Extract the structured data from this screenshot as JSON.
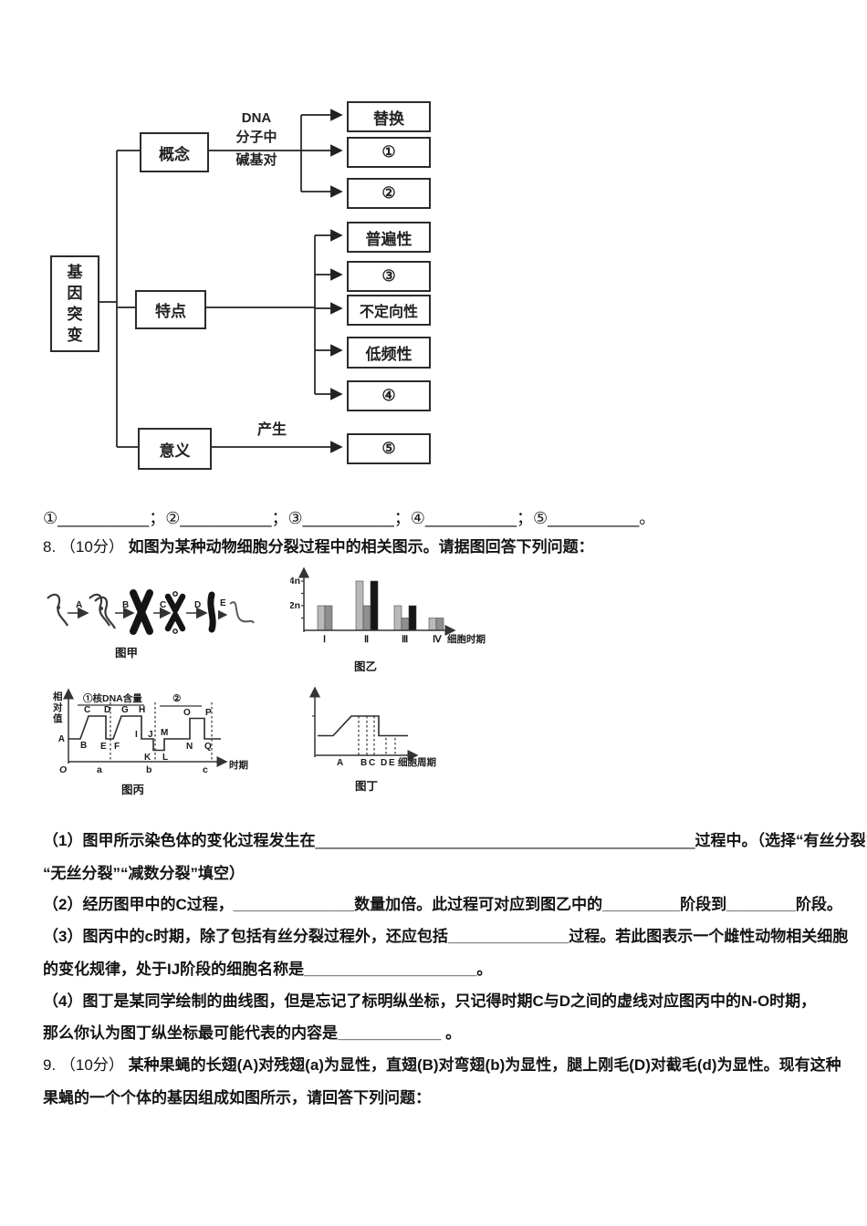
{
  "document": {
    "background": "#ffffff",
    "text_color": "#1a1a1a"
  },
  "concept_map": {
    "root_label": "基因突变",
    "branch1_label": "概念",
    "branch1_edge": {
      "line1": "DNA",
      "line2": "分子中",
      "line3": "碱基对"
    },
    "branch1_children": [
      "替换",
      "①",
      "②"
    ],
    "branch2_label": "特点",
    "branch2_children": [
      "普遍性",
      "③",
      "不定向性",
      "低频性",
      "④"
    ],
    "branch3_label": "意义",
    "branch3_edge": "产生",
    "branch3_children": [
      "⑤"
    ]
  },
  "blanks_line": "①__________；②__________；③__________；④__________；⑤__________。",
  "questions": {
    "q8_prefix": "8.",
    "q8_score": "（10分）",
    "q8_body": "如图为某种动物细胞分裂过程中的相关图示。请据图回答下列问题：",
    "q8_1a_pre": "（1）图甲所示染色体的变化过程发生在",
    "q8_1a_blank": "____________________________________________",
    "q8_1a_post": "过程中。（选择“有丝分裂”",
    "q8_1b": "“无丝分裂”“减数分裂”填空）",
    "q8_2": "（2）经历图甲中的C过程，______________数量加倍。此过程可对应到图乙中的_________阶段到________阶段。",
    "q8_3a": "（3）图丙中的c时期，除了包括有丝分裂过程外，还应包括______________过程。若此图表示一个雌性动物相关细胞",
    "q8_3b": "的变化规律，处于IJ阶段的细胞名称是____________________。",
    "q8_4a": "（4）图丁是某同学绘制的曲线图，但是忘记了标明纵坐标，只记得时期C与D之间的虚线对应图丙中的N-O时期，",
    "q8_4b": "那么你认为图丁纵坐标最可能代表的内容是____________ 。",
    "q9_prefix": "9.",
    "q9_score": "（10分）",
    "q9_body": "某种果蝇的长翅(A)对残翅(a)为显性，直翅(B)对弯翅(b)为显性，腿上刚毛(D)对截毛(d)为显性。现有这种",
    "q9_line2": "果蝇的一个个体的基因组成如图所示，请回答下列问题："
  },
  "figure_jia": {
    "caption": "图甲",
    "stage_labels": [
      "A",
      "B",
      "C",
      "D",
      "E"
    ]
  },
  "chart_data": [
    {
      "id": "tu_yi",
      "type": "bar",
      "title": "图乙",
      "categories": [
        "Ⅰ",
        "Ⅱ",
        "Ⅲ",
        "Ⅳ"
      ],
      "series": [
        {
          "name": "light-gray-bar",
          "color": "#b9b9b9",
          "values": [
            2,
            4,
            2,
            1
          ]
        },
        {
          "name": "dark-gray-bar",
          "color": "#8f8f8f",
          "values": [
            2,
            2,
            1,
            1
          ]
        },
        {
          "name": "black-bar",
          "color": "#161616",
          "values": [
            null,
            4,
            2,
            null
          ]
        }
      ],
      "yticks": [
        {
          "value": 2,
          "label": "2n"
        },
        {
          "value": 4,
          "label": "4n"
        }
      ],
      "minor_yticks": [
        1,
        3
      ],
      "xlabel": "细胞时期",
      "ylim": [
        0,
        5
      ]
    },
    {
      "id": "tu_bing",
      "type": "line",
      "title": "图丙",
      "ylabel": "相对值",
      "ylabel_chars": [
        "相",
        "对",
        "值"
      ],
      "xlabel": "时期",
      "origin_label": "O",
      "xticks": [
        "a",
        "b",
        "c"
      ],
      "annotation1": "①核DNA含量",
      "annotation2": "②",
      "point_labels": [
        "A",
        "B",
        "C",
        "D",
        "E",
        "F",
        "G",
        "H",
        "I",
        "J",
        "K",
        "L",
        "M",
        "N",
        "O",
        "P",
        "Q"
      ],
      "x": [
        0,
        13,
        22,
        41,
        41,
        49,
        58,
        80,
        80,
        93,
        93,
        105,
        105,
        133,
        133,
        149,
        149,
        167
      ],
      "y": [
        1,
        1,
        2,
        2,
        1,
        1,
        2,
        2,
        1,
        1,
        0.5,
        0.5,
        1,
        1,
        1.9,
        1.9,
        1,
        1
      ],
      "dashed_x": [
        46,
        95,
        157
      ]
    },
    {
      "id": "tu_ding",
      "type": "line",
      "title": "图丁",
      "xlabel": "细胞周期",
      "xticks": [
        "A",
        "B",
        "C",
        "D",
        "E"
      ],
      "x": [
        3,
        20,
        40,
        70,
        70,
        102
      ],
      "y": [
        1,
        1,
        2,
        2,
        1,
        1
      ],
      "dashed_x_full": [
        48,
        57,
        65
      ],
      "dashed_x_short": [
        78,
        88
      ]
    }
  ]
}
